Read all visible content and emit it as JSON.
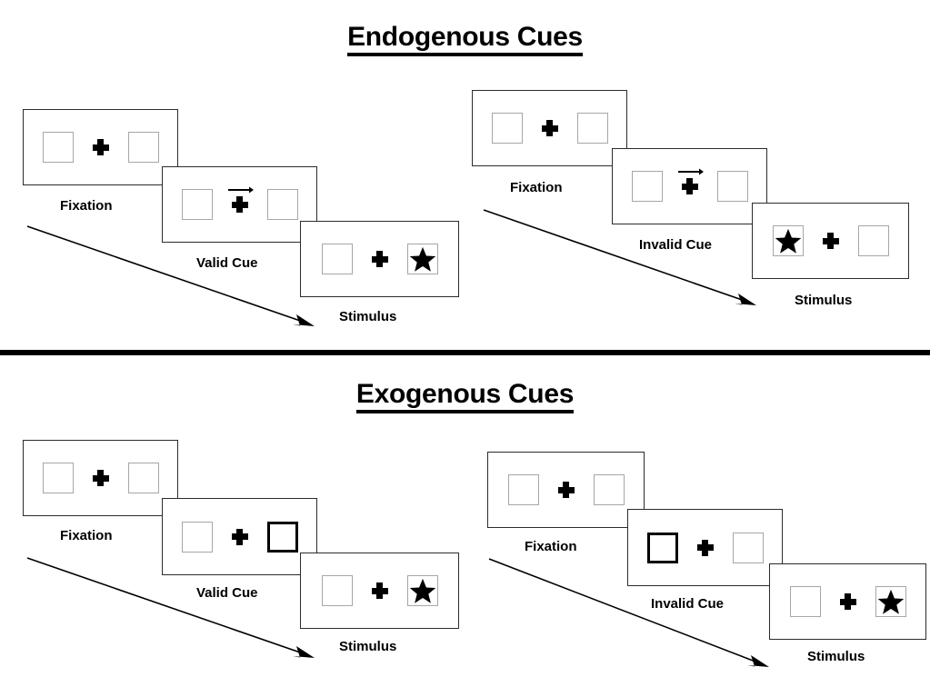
{
  "figure": {
    "title_top": "Endogenous Cues",
    "title_bottom": "Exogenous Cues"
  },
  "sections": [
    {
      "id": "endogenous",
      "title": "Endogenous Cues",
      "streams": [
        {
          "id": "endogenous-valid",
          "panels": [
            {
              "caption": "Fixation",
              "left_box": "empty",
              "right_box": "empty",
              "center": "plus"
            },
            {
              "caption": "Valid Cue",
              "left_box": "empty",
              "right_box": "empty",
              "center": "arrow-right-plus"
            },
            {
              "caption": "Stimulus",
              "left_box": "empty",
              "right_box": "star",
              "center": "plus"
            }
          ]
        },
        {
          "id": "endogenous-invalid",
          "panels": [
            {
              "caption": "Fixation",
              "left_box": "empty",
              "right_box": "empty",
              "center": "plus"
            },
            {
              "caption": "Invalid Cue",
              "left_box": "empty",
              "right_box": "empty",
              "center": "arrow-right-plus"
            },
            {
              "caption": "Stimulus",
              "left_box": "star",
              "right_box": "empty",
              "center": "plus"
            }
          ]
        }
      ]
    },
    {
      "id": "exogenous",
      "title": "Exogenous Cues",
      "streams": [
        {
          "id": "exogenous-valid",
          "panels": [
            {
              "caption": "Fixation",
              "left_box": "empty",
              "right_box": "empty",
              "center": "plus"
            },
            {
              "caption": "Valid Cue",
              "left_box": "empty",
              "right_box": "cued",
              "center": "plus"
            },
            {
              "caption": "Stimulus",
              "left_box": "empty",
              "right_box": "star",
              "center": "plus"
            }
          ]
        },
        {
          "id": "exogenous-invalid",
          "panels": [
            {
              "caption": "Fixation",
              "left_box": "empty",
              "right_box": "empty",
              "center": "plus"
            },
            {
              "caption": "Invalid Cue",
              "left_box": "cued",
              "right_box": "empty",
              "center": "plus"
            },
            {
              "caption": "Stimulus",
              "left_box": "empty",
              "right_box": "star",
              "center": "plus"
            }
          ]
        }
      ]
    }
  ],
  "colors": {
    "panel_border": "#2b2b2b",
    "box_border": "#a6a6a6",
    "cued_box_border": "#000000",
    "ink": "#000000",
    "background": "#ffffff"
  }
}
